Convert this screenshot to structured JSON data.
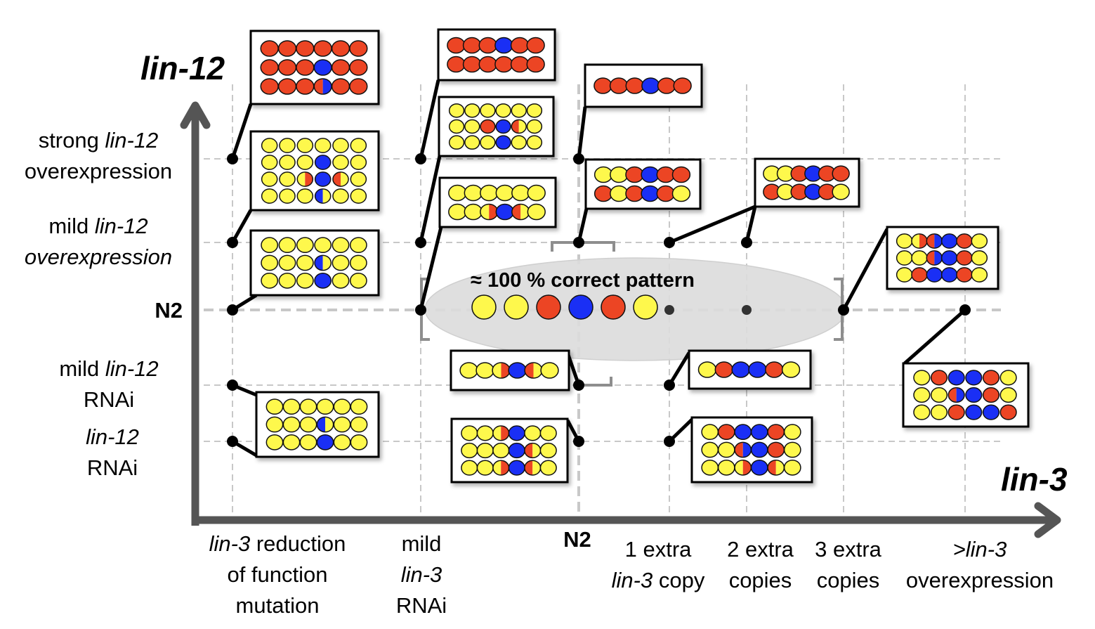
{
  "axes": {
    "y_title": "lin-12",
    "x_title": "lin-3"
  },
  "y_labels": [
    {
      "id": "strong-oe",
      "line1": "strong ",
      "line1_italic": "lin-12",
      "line2": "overexpression",
      "line2_italic": ""
    },
    {
      "id": "mild-oe",
      "line1": "mild ",
      "line1_italic": "lin-12",
      "line2": "",
      "line2_italic": "overexpression"
    },
    {
      "id": "n2",
      "text": "N2"
    },
    {
      "id": "mild-rnai",
      "line1": "mild ",
      "line1_italic": "lin-12",
      "line2": "RNAi",
      "line2_italic": ""
    },
    {
      "id": "rnai",
      "line1": "",
      "line1_italic": "lin-12",
      "line2": "RNAi",
      "line2_italic": ""
    }
  ],
  "x_labels": [
    {
      "id": "rf",
      "l1_italic": "lin-3",
      "l1": " reduction",
      "l2": "of function",
      "l3": "mutation"
    },
    {
      "id": "mild-rnai",
      "l1": "mild",
      "l2_italic": "lin-3",
      "l3": "RNAi"
    },
    {
      "id": "n2",
      "text": "N2"
    },
    {
      "id": "1x",
      "l1": "1 extra",
      "l2_italic": "lin-3",
      "l2": " copy"
    },
    {
      "id": "2x",
      "l1": "2 extra",
      "l2": "copies"
    },
    {
      "id": "3x",
      "l1": "3 extra",
      "l2": "copies"
    },
    {
      "id": "oe",
      "l1_italic": ">lin-3",
      "l2": "overexpression"
    }
  ],
  "correct_pattern": {
    "label": "≈ 100 % correct pattern",
    "cells": [
      "Y",
      "Y",
      "R",
      "B",
      "R",
      "Y"
    ]
  },
  "colors": {
    "yellow": "#FEF84C",
    "red": "#EC4524",
    "blue": "#1A2FF5",
    "axis": "#555555",
    "grid": "#C8C8C8",
    "ellipse": "#DCDCDC"
  },
  "legend_codes": {
    "Y": "yellow cell fate",
    "R": "red cell fate",
    "B": "blue cell fate",
    "YR": "yellow/red split",
    "RY": "red/yellow split",
    "BY": "blue/yellow split",
    "RB": "red/blue split"
  },
  "pattern_boxes": [
    {
      "id": "rf-strong-top",
      "rows": [
        [
          "R",
          "R",
          "R",
          "R",
          "R",
          "R"
        ],
        [
          "R",
          "R",
          "R",
          "B",
          "R",
          "R"
        ],
        [
          "R",
          "R",
          "R",
          "RB",
          "R",
          "R"
        ]
      ]
    },
    {
      "id": "rf-strong",
      "rows": [
        [
          "Y",
          "Y",
          "Y",
          "Y",
          "Y",
          "Y"
        ],
        [
          "Y",
          "Y",
          "Y",
          "B",
          "Y",
          "Y"
        ],
        [
          "Y",
          "Y",
          "YR",
          "B",
          "RY",
          "Y"
        ],
        [
          "Y",
          "Y",
          "Y",
          "BY",
          "Y",
          "Y"
        ]
      ]
    },
    {
      "id": "rf-mild",
      "rows": [
        [
          "Y",
          "Y",
          "Y",
          "Y",
          "Y",
          "Y"
        ],
        [
          "Y",
          "Y",
          "Y",
          "BY",
          "Y",
          "Y"
        ],
        [
          "Y",
          "Y",
          "Y",
          "B",
          "Y",
          "Y"
        ]
      ]
    },
    {
      "id": "rf-rnai",
      "rows": [
        [
          "Y",
          "Y",
          "Y",
          "Y",
          "Y",
          "Y"
        ],
        [
          "Y",
          "Y",
          "Y",
          "BY",
          "Y",
          "Y"
        ],
        [
          "Y",
          "Y",
          "Y",
          "B",
          "Y",
          "Y"
        ]
      ]
    },
    {
      "id": "mr-strong-top",
      "rows": [
        [
          "R",
          "R",
          "R",
          "B",
          "R",
          "R"
        ],
        [
          "R",
          "R",
          "R",
          "R",
          "R",
          "R"
        ]
      ]
    },
    {
      "id": "mr-strong",
      "rows": [
        [
          "Y",
          "Y",
          "Y",
          "Y",
          "Y",
          "Y"
        ],
        [
          "Y",
          "Y",
          "R",
          "B",
          "RY",
          "Y"
        ],
        [
          "Y",
          "Y",
          "Y",
          "B",
          "Y",
          "Y"
        ]
      ]
    },
    {
      "id": "mr-mild",
      "rows": [
        [
          "Y",
          "Y",
          "Y",
          "Y",
          "Y",
          "Y"
        ],
        [
          "Y",
          "Y",
          "YR",
          "B",
          "RY",
          "Y"
        ]
      ]
    },
    {
      "id": "n2-strong",
      "rows": [
        [
          "R",
          "R",
          "R",
          "B",
          "R",
          "R"
        ]
      ]
    },
    {
      "id": "n2-mild",
      "rows": [
        [
          "Y",
          "Y",
          "R",
          "B",
          "R",
          "R"
        ],
        [
          "R",
          "Y",
          "R",
          "B",
          "R",
          "Y"
        ]
      ]
    },
    {
      "id": "n2-mildrnai",
      "rows": [
        [
          "Y",
          "Y",
          "YR",
          "B",
          "RY",
          "Y"
        ]
      ]
    },
    {
      "id": "n2-rnai",
      "rows": [
        [
          "Y",
          "Y",
          "YR",
          "B",
          "Y",
          "Y"
        ],
        [
          "Y",
          "Y",
          "Y",
          "B",
          "RY",
          "Y"
        ],
        [
          "Y",
          "Y",
          "YR",
          "B",
          "RY",
          "Y"
        ]
      ]
    },
    {
      "id": "x12-mild",
      "rows": [
        [
          "Y",
          "Y",
          "R",
          "B",
          "R",
          "R"
        ],
        [
          "R",
          "Y",
          "R",
          "B",
          "R",
          "Y"
        ]
      ]
    },
    {
      "id": "x3-n2",
      "rows": [
        [
          "Y",
          "YR",
          "RB",
          "B",
          "R",
          "Y"
        ],
        [
          "Y",
          "Y",
          "RB",
          "B",
          "R",
          "Y"
        ],
        [
          "Y",
          "R",
          "B",
          "B",
          "R",
          "Y"
        ]
      ]
    },
    {
      "id": "oe-n2",
      "rows": [
        [
          "Y",
          "R",
          "B",
          "B",
          "R",
          "Y"
        ],
        [
          "Y",
          "Y",
          "RB",
          "B",
          "R",
          "Y"
        ],
        [
          "Y",
          "Y",
          "R",
          "B",
          "B",
          "R"
        ]
      ]
    },
    {
      "id": "x1-mildrnai",
      "rows": [
        [
          "Y",
          "R",
          "B",
          "B",
          "R",
          "Y"
        ]
      ]
    },
    {
      "id": "x1-rnai",
      "rows": [
        [
          "Y",
          "R",
          "B",
          "B",
          "R",
          "Y"
        ],
        [
          "Y",
          "Y",
          "RB",
          "B",
          "R",
          "Y"
        ],
        [
          "Y",
          "Y",
          "YR",
          "B",
          "RY",
          "Y"
        ]
      ]
    }
  ]
}
